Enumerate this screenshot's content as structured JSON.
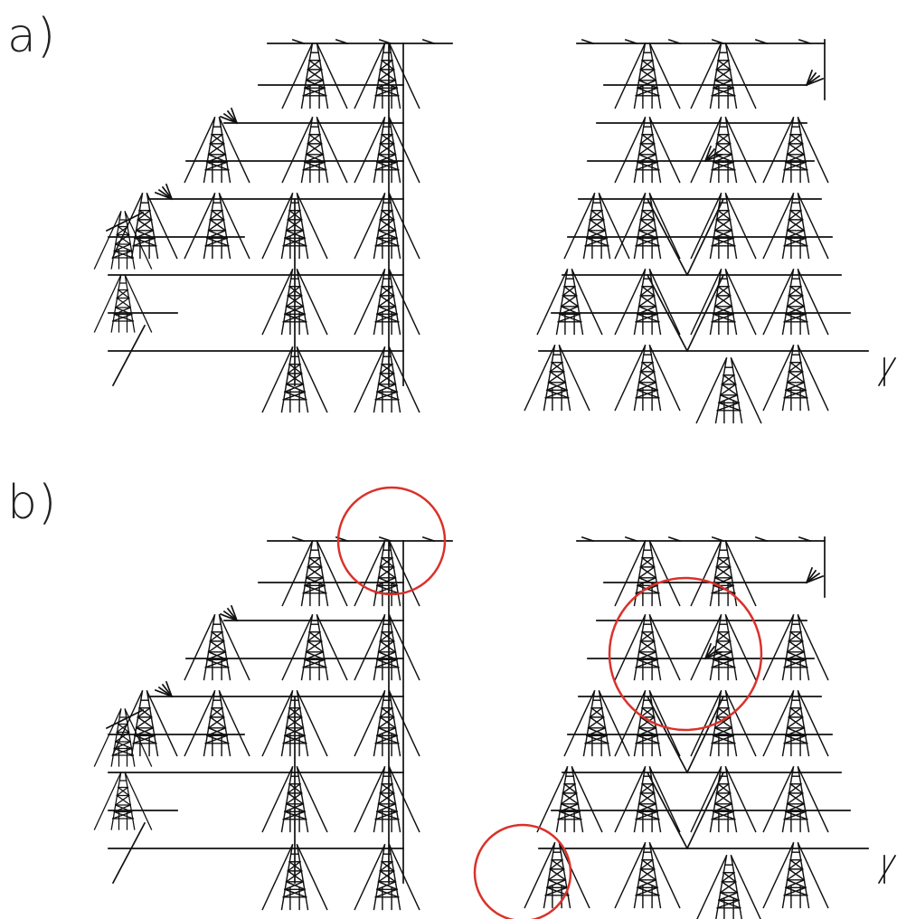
{
  "panels": [
    {
      "label": "a)"
    },
    {
      "label": "b)"
    }
  ],
  "colors": {
    "structure": "#111111",
    "highlight": "#d9322b",
    "background": "#ffffff"
  },
  "highlight_counts": {
    "panel_a": 0,
    "panel_b": 3
  }
}
